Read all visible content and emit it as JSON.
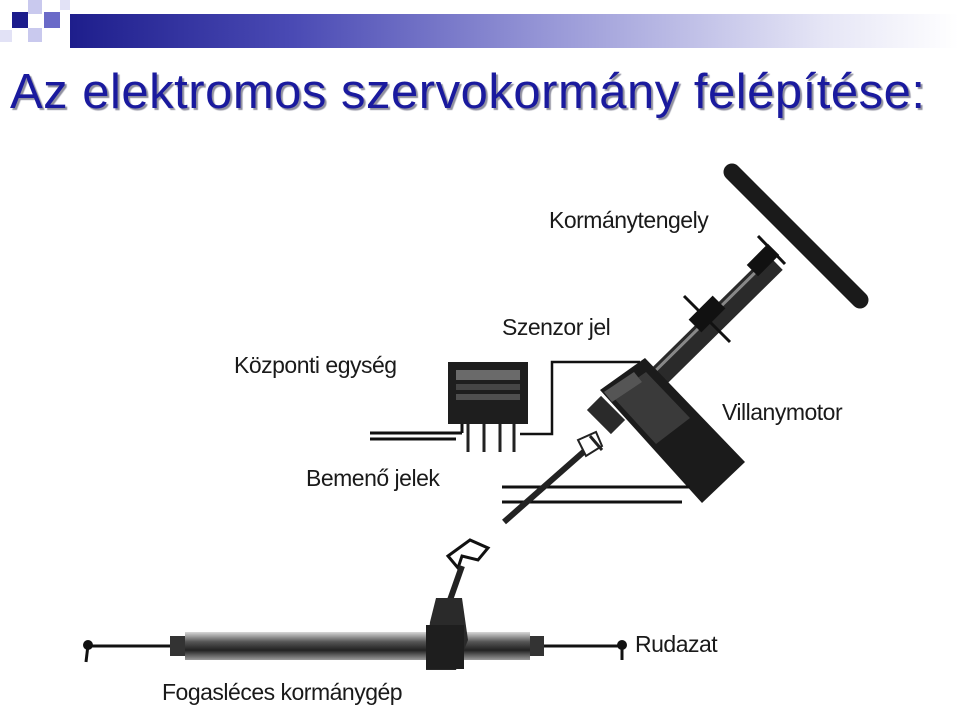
{
  "slide": {
    "title": "Az elektromos szervokormány felépítése:"
  },
  "diagram": {
    "labels": {
      "steering_shaft": "Kormánytengely",
      "sensor_signal": "Szenzor jel",
      "central_unit": "Központi egység",
      "electric_motor": "Villanymotor",
      "input_signals": "Bemenő jelek",
      "linkage": "Rudazat",
      "rack_gear": "Fogasléces kormánygép"
    }
  }
}
